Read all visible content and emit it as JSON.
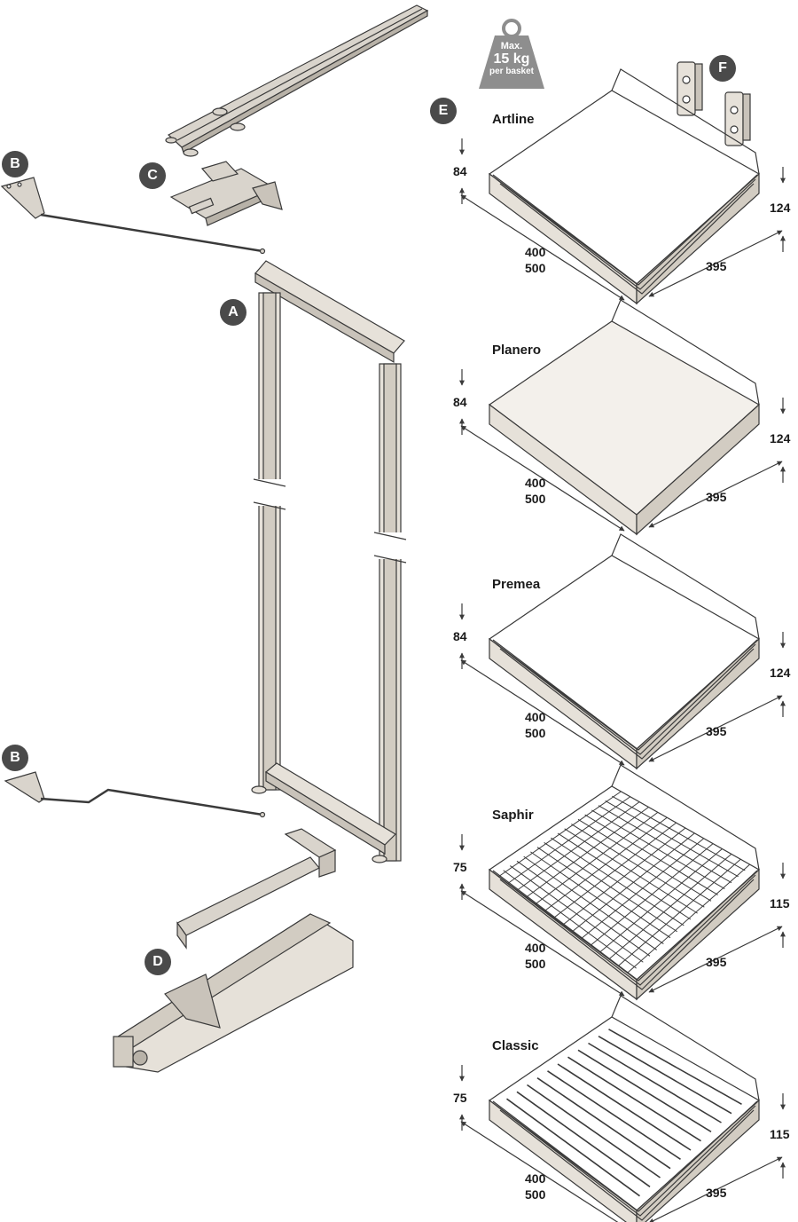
{
  "badges": {
    "a": "A",
    "b_top": "B",
    "b_bottom": "B",
    "c": "C",
    "d": "D",
    "e": "E",
    "f": "F"
  },
  "weight_icon": {
    "line1": "Max.",
    "line2": "15 kg",
    "line3": "per basket",
    "color": "#8e8e8e"
  },
  "baskets": [
    {
      "name": "Artline",
      "height_left": "84",
      "height_right": "124",
      "length_1": "400",
      "length_2": "500",
      "width": "395"
    },
    {
      "name": "Planero",
      "height_left": "84",
      "height_right": "124",
      "length_1": "400",
      "length_2": "500",
      "width": "395"
    },
    {
      "name": "Premea",
      "height_left": "84",
      "height_right": "124",
      "length_1": "400",
      "length_2": "500",
      "width": "395"
    },
    {
      "name": "Saphir",
      "height_left": "75",
      "height_right": "115",
      "length_1": "400",
      "length_2": "500",
      "width": "395"
    },
    {
      "name": "Classic",
      "height_left": "75",
      "height_right": "115",
      "length_1": "400",
      "length_2": "500",
      "width": "395"
    }
  ],
  "colors": {
    "line": "#3a3a3a",
    "metal": "#d9d4cc",
    "metal_dark": "#b8b2a8",
    "badge": "#4a4a4a"
  }
}
